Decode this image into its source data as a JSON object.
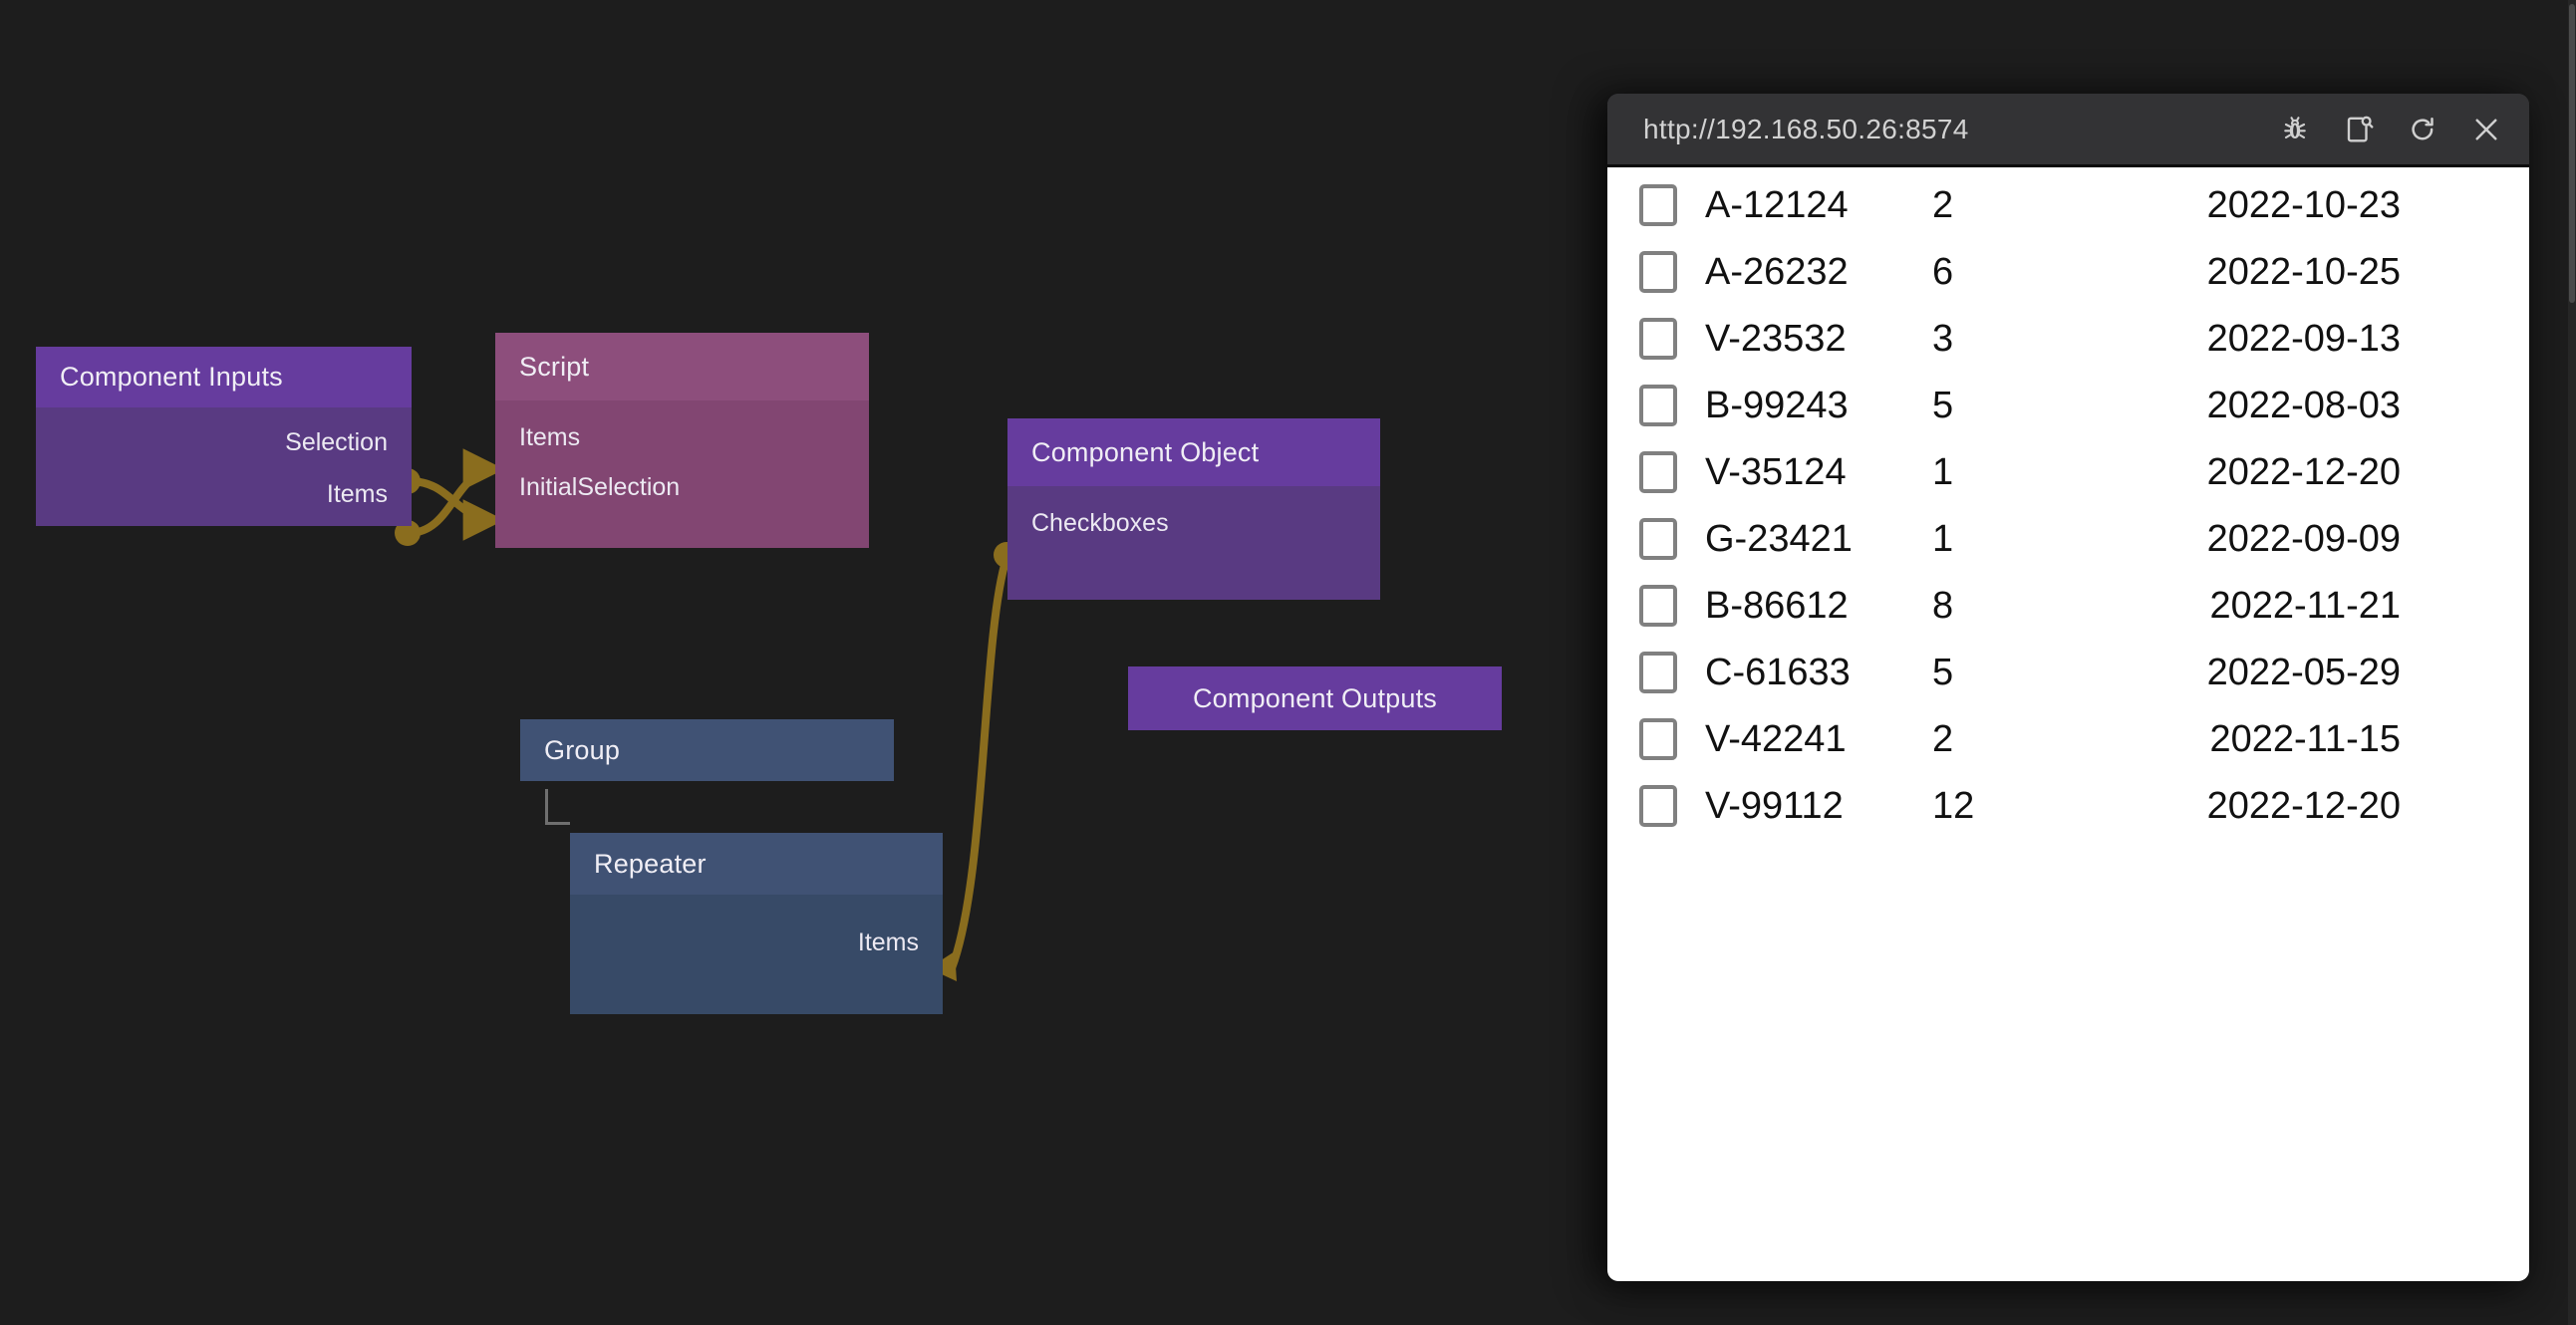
{
  "canvas": {
    "background_color": "#1d1d1d",
    "wire_color": "#8a6d1e",
    "nodes": [
      {
        "id": "component-inputs",
        "title": "Component Inputs",
        "palette": "purple",
        "ports_out": [
          "Selection",
          "Items"
        ]
      },
      {
        "id": "script",
        "title": "Script",
        "palette": "magenta",
        "ports_in": [
          "Items",
          "InitialSelection"
        ]
      },
      {
        "id": "component-object",
        "title": "Component Object",
        "palette": "purple",
        "ports_in": [
          "Checkboxes"
        ]
      },
      {
        "id": "component-outputs",
        "title": "Component Outputs",
        "palette": "purple"
      },
      {
        "id": "group",
        "title": "Group",
        "palette": "blue"
      },
      {
        "id": "repeater",
        "title": "Repeater",
        "palette": "blue",
        "ports_out": [
          "Items"
        ]
      }
    ]
  },
  "preview": {
    "url": "http://192.168.50.26:8574",
    "icons": {
      "debug": "bug-icon",
      "inspect": "page-search-icon",
      "reload": "reload-icon",
      "close": "close-icon"
    },
    "table": {
      "columns": [
        "select",
        "code",
        "quantity",
        "date"
      ],
      "rows": [
        {
          "code": "A-12124",
          "qty": "2",
          "date": "2022-10-23",
          "checked": false
        },
        {
          "code": "A-26232",
          "qty": "6",
          "date": "2022-10-25",
          "checked": false
        },
        {
          "code": "V-23532",
          "qty": "3",
          "date": "2022-09-13",
          "checked": false
        },
        {
          "code": "B-99243",
          "qty": "5",
          "date": "2022-08-03",
          "checked": false
        },
        {
          "code": "V-35124",
          "qty": "1",
          "date": "2022-12-20",
          "checked": false
        },
        {
          "code": "G-23421",
          "qty": "1",
          "date": "2022-09-09",
          "checked": false
        },
        {
          "code": "B-86612",
          "qty": "8",
          "date": "2022-11-21",
          "checked": false
        },
        {
          "code": "C-61633",
          "qty": "5",
          "date": "2022-05-29",
          "checked": false
        },
        {
          "code": "V-42241",
          "qty": "2",
          "date": "2022-11-15",
          "checked": false
        },
        {
          "code": "V-99112",
          "qty": "12",
          "date": "2022-12-20",
          "checked": false
        }
      ]
    }
  },
  "colors": {
    "purple_header": "#663c9e",
    "purple_body": "#593a82",
    "magenta_header": "#8d4e7c",
    "magenta_body": "#824672",
    "blue_header": "#405274",
    "blue_body": "#374a67",
    "wire": "#8a6d1e",
    "panel_chrome": "#333335",
    "canvas_bg": "#1d1d1d"
  }
}
